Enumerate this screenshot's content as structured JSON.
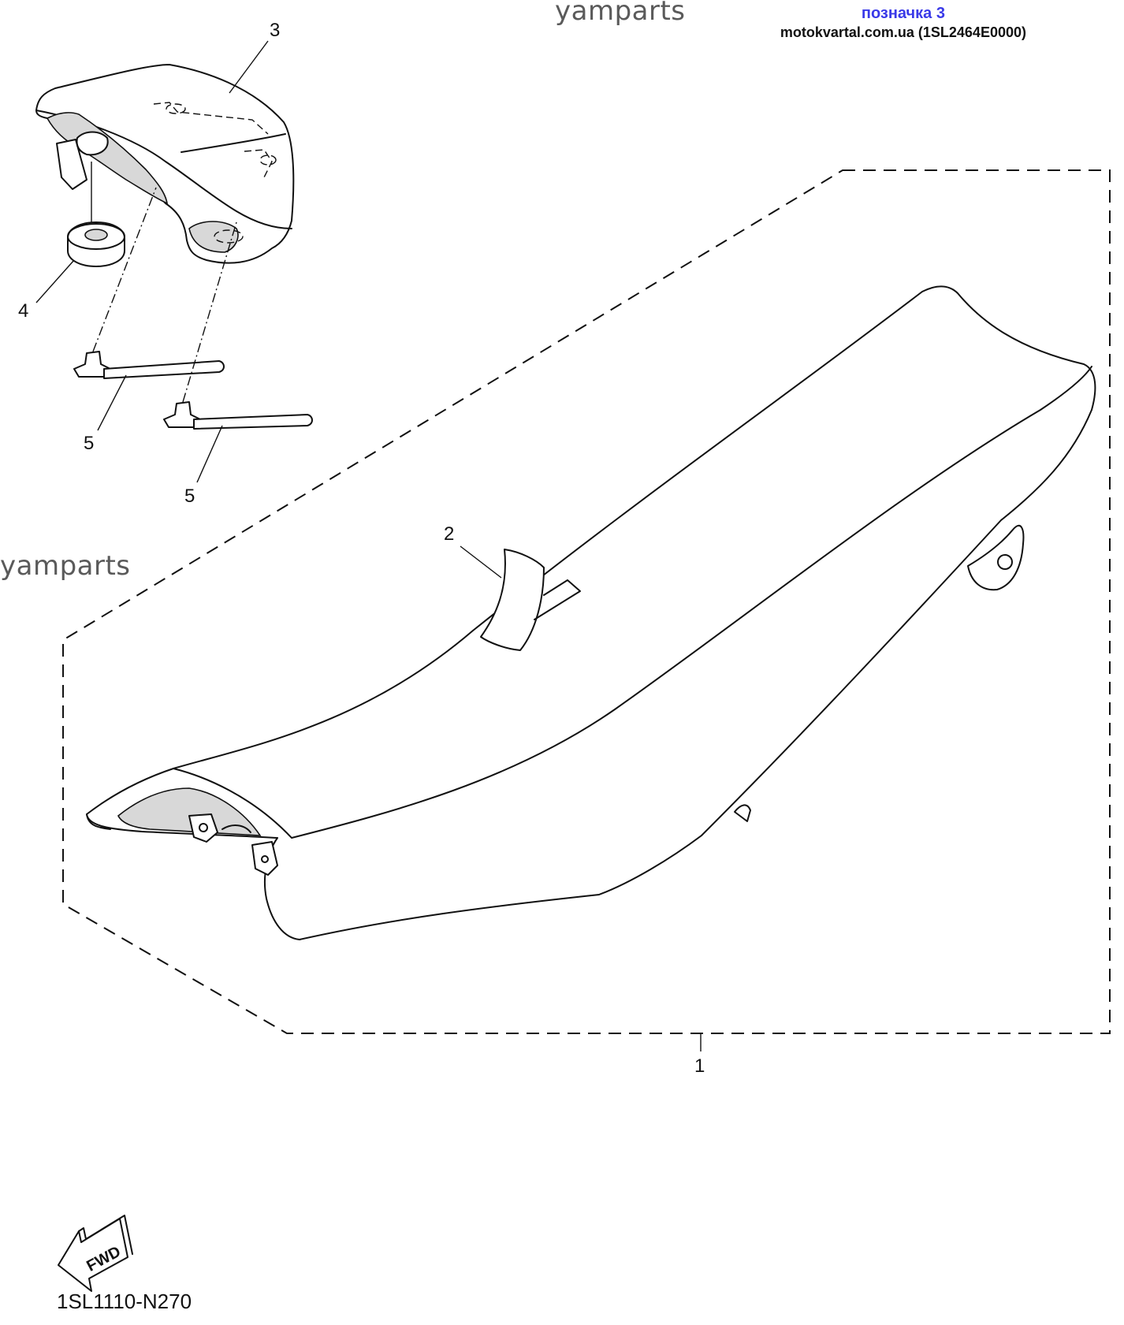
{
  "watermarks": [
    "yamparts",
    "yamparts",
    "yamparts",
    "yamparts"
  ],
  "tag": {
    "label": "позначка 3",
    "source": "motokvartal.com.ua (1SL2464E0000)"
  },
  "callouts": [
    "1",
    "2",
    "3",
    "4",
    "5",
    "5"
  ],
  "fwd_label": "FWD",
  "diagram_code": "1SL1110-N270"
}
